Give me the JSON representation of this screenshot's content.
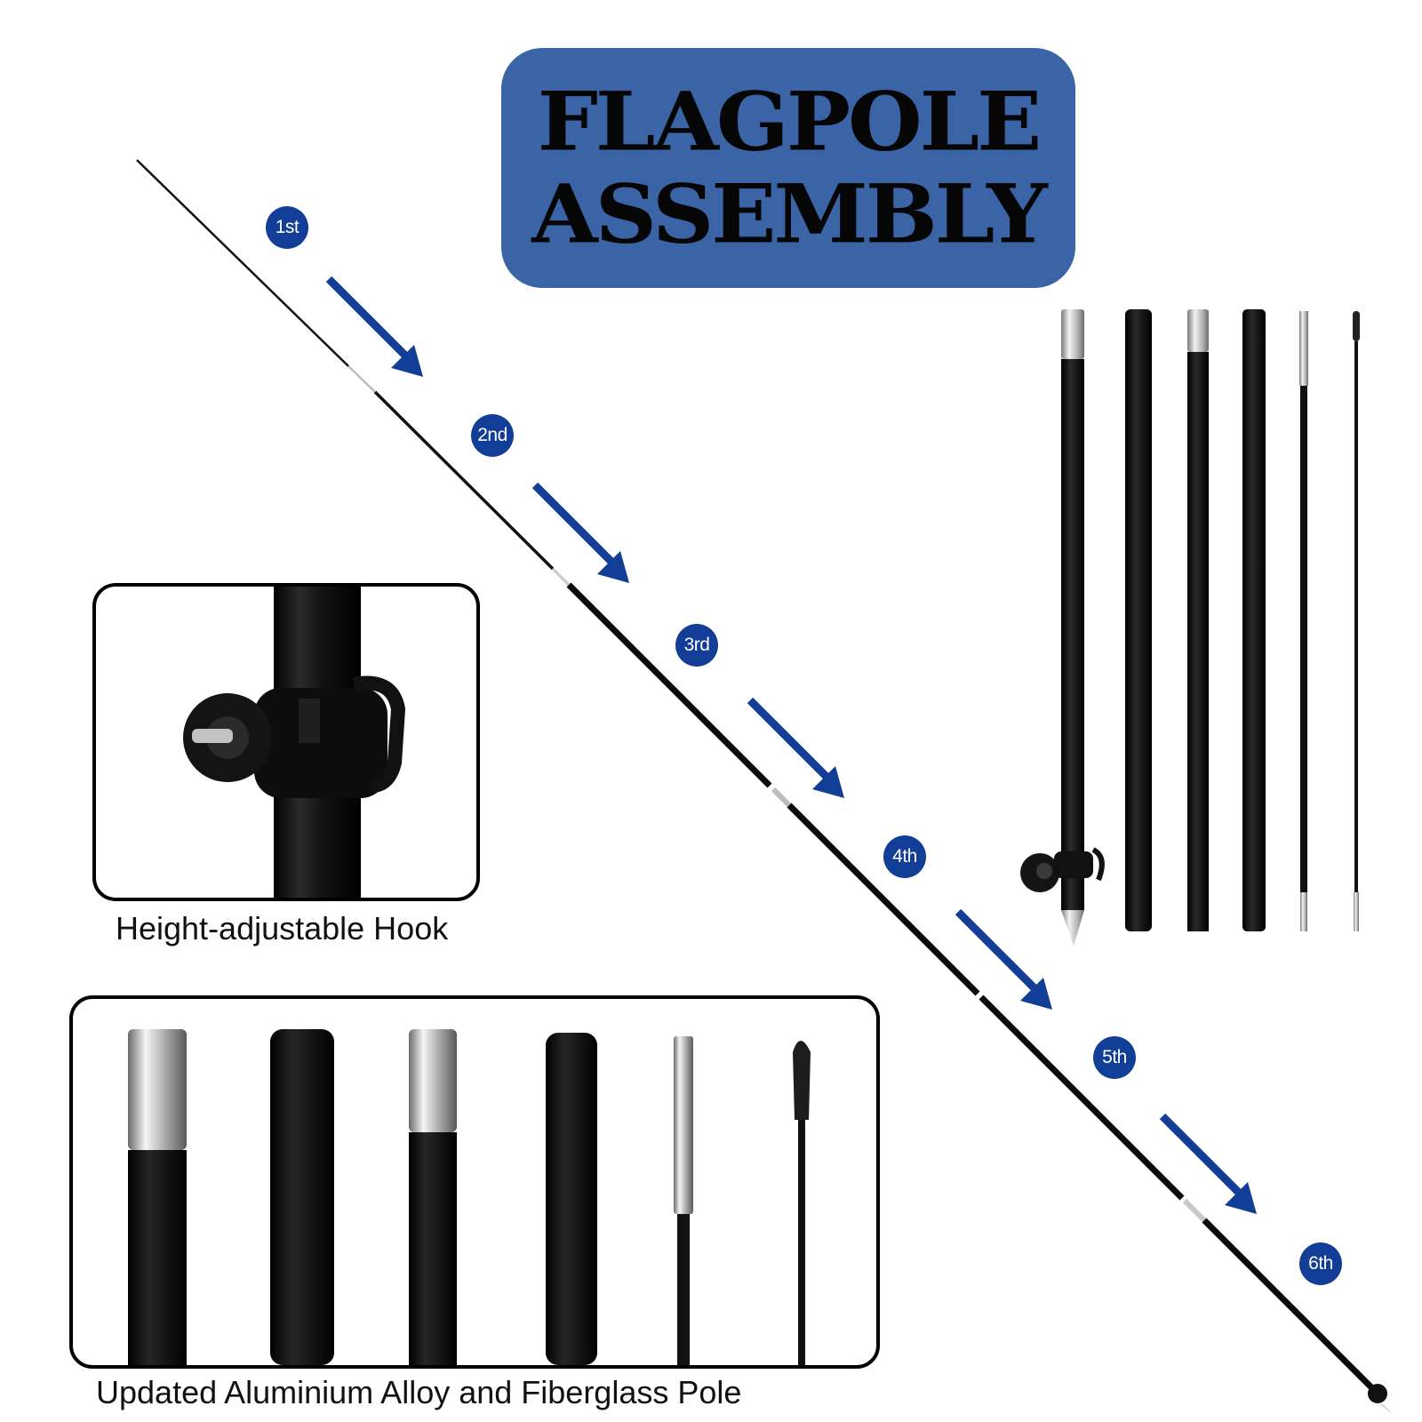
{
  "header": {
    "title_line1": "FLAGPOLE",
    "title_line2": "ASSEMBLY",
    "background_color": "#3a64a6"
  },
  "steps": [
    {
      "label": "1st"
    },
    {
      "label": "2nd"
    },
    {
      "label": "3rd"
    },
    {
      "label": "4th"
    },
    {
      "label": "5th"
    },
    {
      "label": "6th"
    }
  ],
  "hook_panel": {
    "caption": "Height-adjustable Hook"
  },
  "pole_panel": {
    "caption": "Updated Aluminium Alloy and Fiberglass Pole"
  },
  "colors": {
    "accent_blue": "#123e98",
    "arrow_blue": "#123e98",
    "pole_black": "#0b0b0b",
    "metal_silver": "#c4c4c4"
  }
}
